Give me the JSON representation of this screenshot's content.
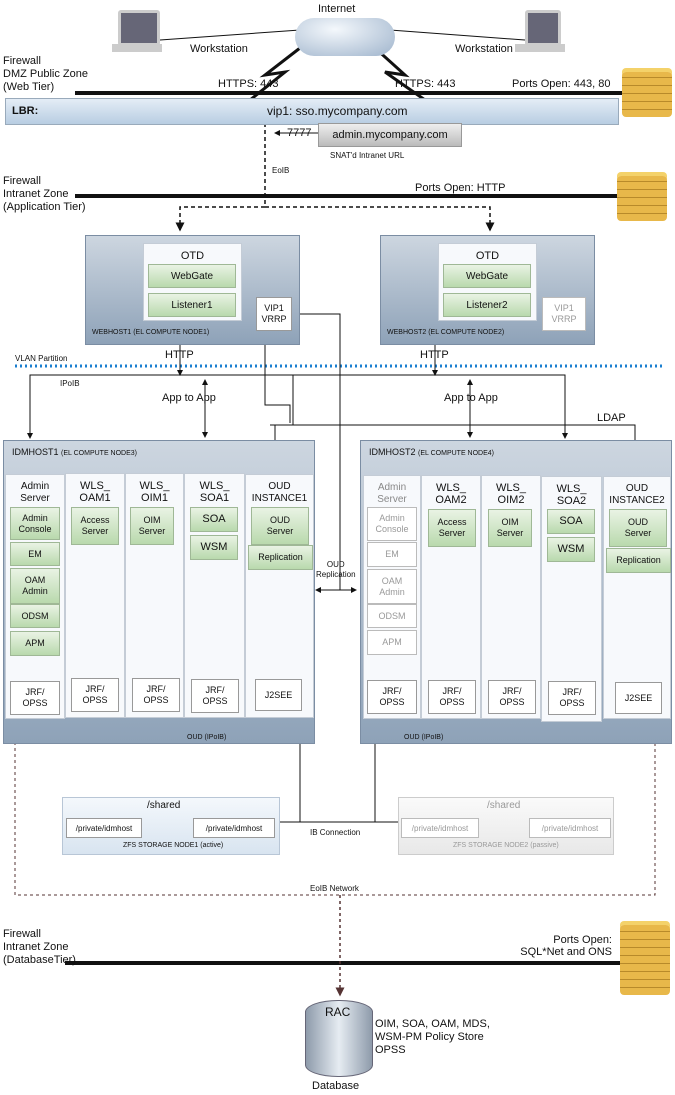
{
  "internet": "Internet",
  "workstation_left": "Workstation",
  "workstation_right": "Workstation",
  "fw1": {
    "label": "Firewall\nDMZ Public Zone\n(Web Tier)",
    "ports": "Ports Open: 443, 80"
  },
  "https_left": "HTTPS: 443",
  "https_right": "HTTPS: 443",
  "lbr": {
    "label": "LBR:",
    "vip": "vip1: sso.mycompany.com",
    "port": "7777",
    "admin": "admin.mycompany.com",
    "snat": "SNAT'd Intranet URL"
  },
  "eoib": "EoIB",
  "fw2": {
    "label": "Firewall\nIntranet Zone\n(Application Tier)",
    "ports": "Ports Open: HTTP"
  },
  "webhost1": {
    "title": "WEBHOST1 (EL COMPUTE NODE1)",
    "otd": "OTD",
    "webgate": "WebGate",
    "listener": "Listener1",
    "vip": "VIP1\nVRRP"
  },
  "webhost2": {
    "title": "WEBHOST2 (EL COMPUTE NODE2)",
    "otd": "OTD",
    "webgate": "WebGate",
    "listener": "Listener2",
    "vip": "VIP1\nVRRP"
  },
  "vlan": "VLAN Partition",
  "http_left": "HTTP",
  "http_right": "HTTP",
  "ipoib": "IPoIB",
  "app_left": "App to App",
  "app_right": "App to App",
  "ldap": "LDAP",
  "idmhost1": {
    "title": "IDMHOST1",
    "subtitle": "(EL COMPUTE NODE3)",
    "admin": {
      "head": "Admin\nServer",
      "items": [
        "Admin\nConsole",
        "EM",
        "OAM\nAdmin",
        "ODSM",
        "APM"
      ],
      "jrf": "JRF/\nOPSS"
    },
    "oam": {
      "head": "WLS_\nOAM1",
      "item": "Access\nServer",
      "jrf": "JRF/\nOPSS"
    },
    "oim": {
      "head": "WLS_\nOIM1",
      "item": "OIM\nServer",
      "jrf": "JRF/\nOPSS"
    },
    "soa": {
      "head": "WLS_\nSOA1",
      "items": [
        "SOA",
        "WSM"
      ],
      "jrf": "JRF/\nOPSS"
    },
    "oud": {
      "head": "OUD\nINSTANCE1",
      "items": [
        "OUD\nServer",
        "Replication"
      ],
      "j2see": "J2SEE"
    },
    "bus": "OUD (IPoIB)"
  },
  "idmhost2": {
    "title": "IDMHOST2",
    "subtitle": "(EL COMPUTE NODE4)",
    "admin": {
      "head": "Admin\nServer",
      "items": [
        "Admin\nConsole",
        "EM",
        "OAM\nAdmin",
        "ODSM",
        "APM"
      ],
      "jrf": "JRF/\nOPSS"
    },
    "oam": {
      "head": "WLS_\nOAM2",
      "item": "Access\nServer",
      "jrf": "JRF/\nOPSS"
    },
    "oim": {
      "head": "WLS_\nOIM2",
      "item": "OIM\nServer",
      "jrf": "JRF/\nOPSS"
    },
    "soa": {
      "head": "WLS_\nSOA2",
      "items": [
        "SOA",
        "WSM"
      ],
      "jrf": "JRF/\nOPSS"
    },
    "oud": {
      "head": "OUD\nINSTANCE2",
      "items": [
        "OUD\nServer",
        "Replication"
      ],
      "j2see": "J2SEE"
    },
    "bus": "OUD (IPoIB)"
  },
  "oud_replication": "OUD\nReplication",
  "zfs1": {
    "shared": "/shared",
    "p1": "/private/idmhost",
    "p2": "/private/idmhost",
    "label": "ZFS STORAGE NODE1 (active)"
  },
  "zfs2": {
    "shared": "/shared",
    "p1": "/private/idmhost",
    "p2": "/private/idmhost",
    "label": "ZFS STORAGE NODE2 (passive)"
  },
  "ib_connection": "IB Connection",
  "eoib_network": "EoIB Network",
  "fw3": {
    "label": "Firewall\nIntranet Zone\n(DatabaseTier)",
    "ports": "Ports Open:\nSQL*Net and ONS"
  },
  "db": {
    "rac": "RAC",
    "stores": "OIM, SOA, OAM, MDS,\nWSM-PM Policy Store\nOPSS",
    "label": "Database"
  },
  "colors": {
    "lbr": "#c9d9ea",
    "host": "#9fb1c5",
    "green": "#c9e3bd",
    "vlan": "#1a7fd0",
    "brick": "#e8b84a"
  }
}
